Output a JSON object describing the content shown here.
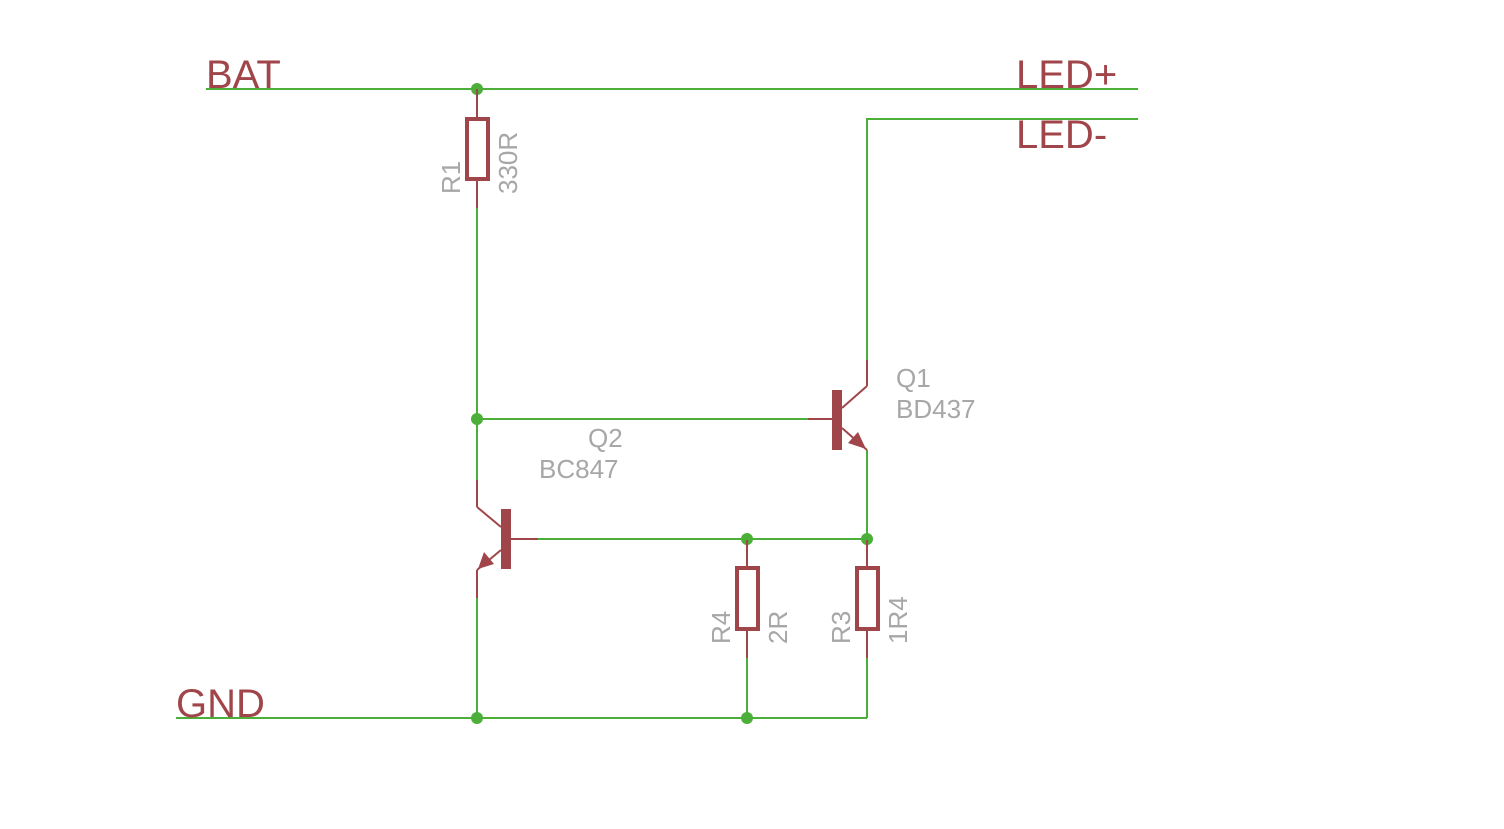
{
  "nets": {
    "bat": "BAT",
    "led_plus": "LED+",
    "led_minus": "LED-",
    "gnd": "GND"
  },
  "components": {
    "r1": {
      "name": "R1",
      "value": "330R"
    },
    "r3": {
      "name": "R3",
      "value": "1R4"
    },
    "r4": {
      "name": "R4",
      "value": "2R"
    },
    "q1": {
      "name": "Q1",
      "value": "BD437"
    },
    "q2": {
      "name": "Q2",
      "value": "BC847"
    }
  },
  "colors": {
    "wire": "#4caf3a",
    "symbol": "#a0464a",
    "net_label": "#a0464a",
    "part_label": "#a7a7a7",
    "background": "#ffffff"
  }
}
